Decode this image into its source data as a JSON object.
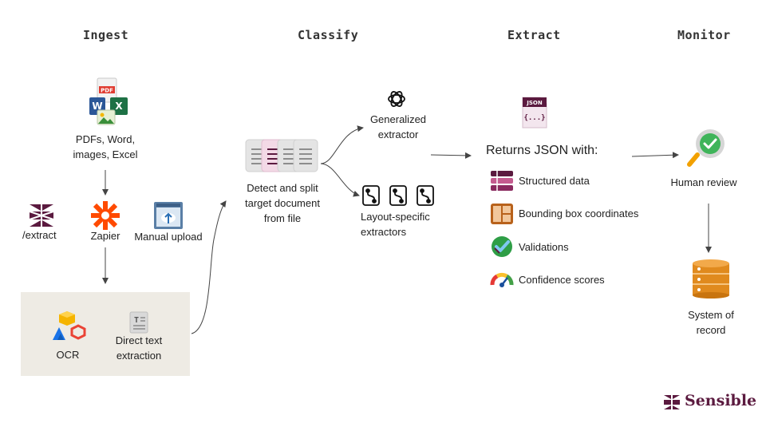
{
  "stages": {
    "ingest": "Ingest",
    "classify": "Classify",
    "extract": "Extract",
    "monitor": "Monitor"
  },
  "ingest": {
    "file_types_line1": "PDFs, Word,",
    "file_types_line2": "images, Excel",
    "extract_label": "/extract",
    "zapier_label": "Zapier",
    "manual_upload_label": "Manual upload",
    "ocr_label": "OCR",
    "direct_text_line1": "Direct text",
    "direct_text_line2": "extraction"
  },
  "classify": {
    "detect_line1": "Detect and split",
    "detect_line2": "target document",
    "detect_line3": "from file",
    "generalized_line1": "Generalized",
    "generalized_line2": "extractor",
    "layout_line1": "Layout-specific",
    "layout_line2": "extractors"
  },
  "extract": {
    "json_badge": "JSON",
    "json_braces": "{...}",
    "returns_label": "Returns JSON with:",
    "items": [
      {
        "label": "Structured data",
        "icon": "structured-data-icon"
      },
      {
        "label": "Bounding box coordinates",
        "icon": "bounding-box-icon"
      },
      {
        "label": "Validations",
        "icon": "validation-check-icon"
      },
      {
        "label": "Confidence scores",
        "icon": "confidence-gauge-icon"
      }
    ]
  },
  "monitor": {
    "human_review": "Human review",
    "system_line1": "System of",
    "system_line2": "record"
  },
  "brand": {
    "name": "Sensible",
    "color": "#5b1a3f"
  },
  "colors": {
    "ocr_panel": "#eeebe4",
    "arrow": "#444444",
    "brand": "#5b1a3f",
    "zapier": "#ff4a00"
  }
}
